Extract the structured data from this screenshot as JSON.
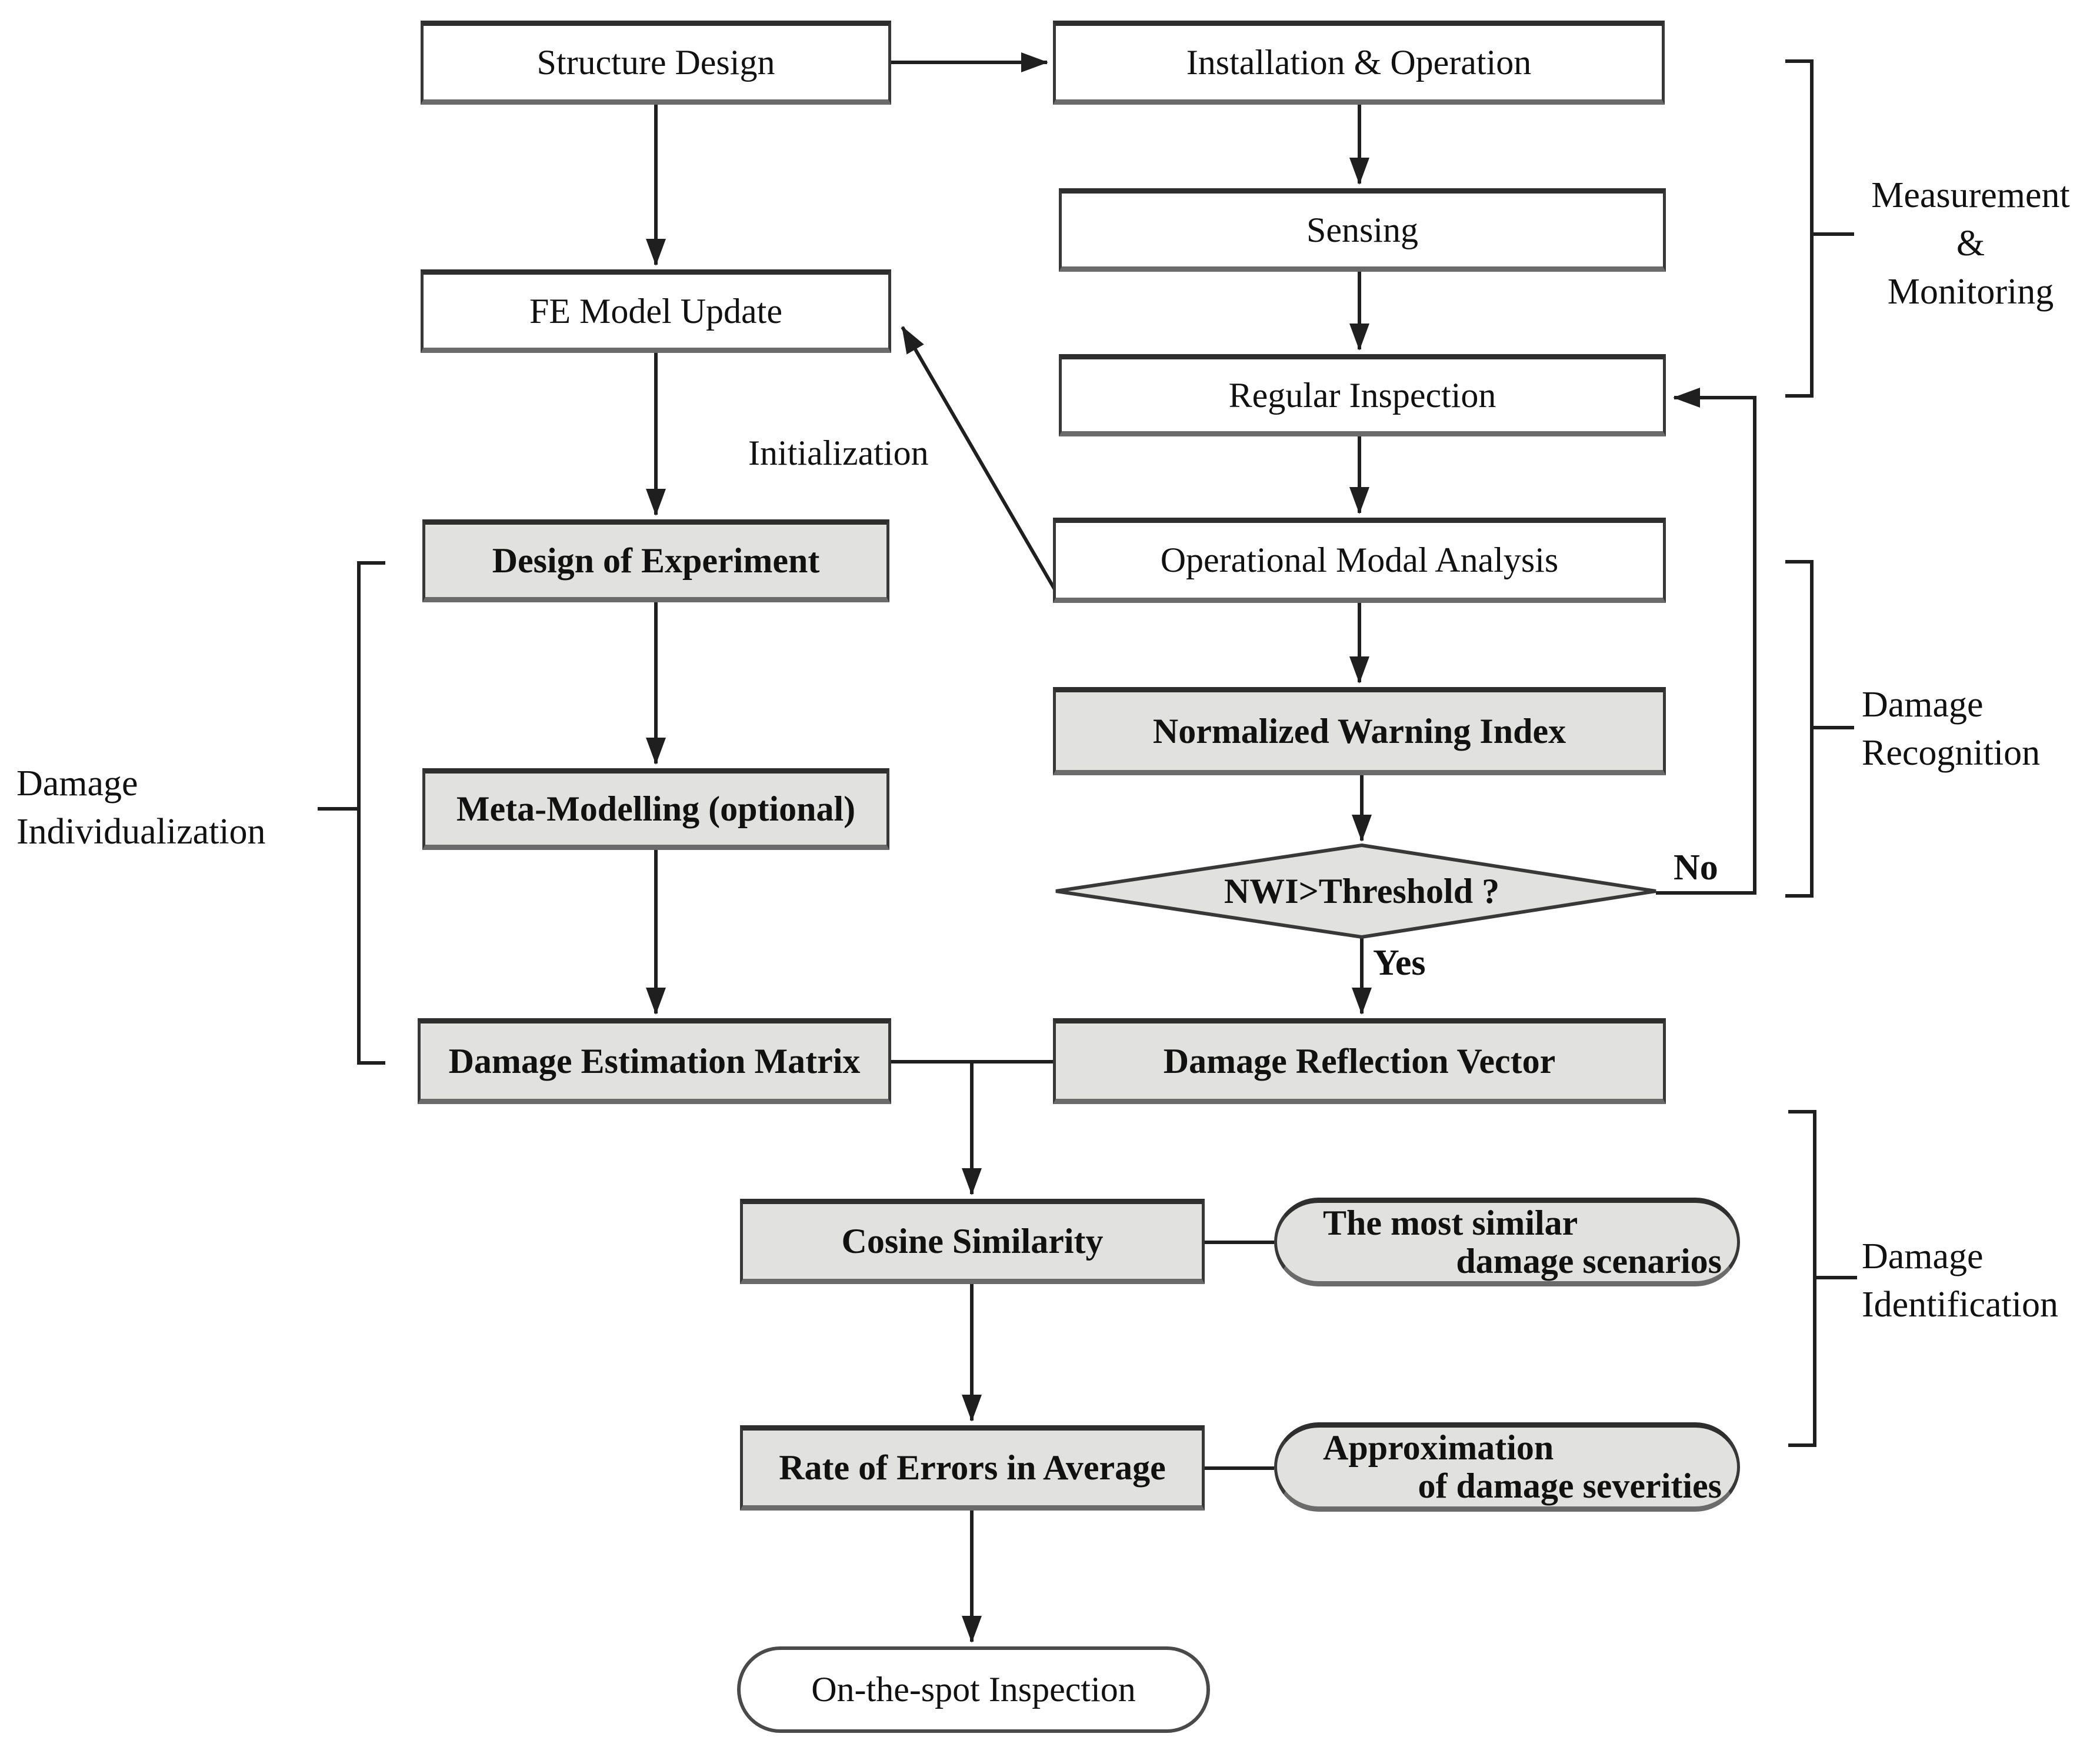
{
  "nodes": {
    "structure_design": "Structure Design",
    "installation_operation": "Installation & Operation",
    "sensing": "Sensing",
    "fe_model_update": "FE Model Update",
    "regular_inspection": "Regular Inspection",
    "operational_modal_analysis": "Operational Modal Analysis",
    "design_of_experiment": "Design of Experiment",
    "normalized_warning_index": "Normalized Warning Index",
    "meta_modelling": "Meta-Modelling (optional)",
    "nwi_threshold_decision": "NWI>Threshold ?",
    "damage_estimation_matrix": "Damage Estimation Matrix",
    "damage_reflection_vector": "Damage Reflection Vector",
    "cosine_similarity": "Cosine Similarity",
    "most_similar": {
      "line1": "The most similar",
      "line2": "damage scenarios"
    },
    "rate_of_errors": "Rate of Errors in Average",
    "approximation": {
      "line1": "Approximation",
      "line2": "of damage severities"
    },
    "on_the_spot": "On-the-spot Inspection"
  },
  "edge_labels": {
    "initialization": "Initialization",
    "yes": "Yes",
    "no": "No"
  },
  "phase_labels": {
    "measurement_monitoring": {
      "line1": "Measurement",
      "line2": "&",
      "line3": "Monitoring"
    },
    "damage_recognition": {
      "line1": "Damage",
      "line2": "Recognition"
    },
    "damage_individualization": {
      "line1": "Damage",
      "line2": "Individualization"
    },
    "damage_identification": {
      "line1": "Damage",
      "line2": "Identification"
    }
  },
  "colors": {
    "gray": "#e1e1df",
    "white": "#ffffff",
    "line": "#1f1f1f",
    "text": "#111111",
    "bg": "#ffffff"
  }
}
